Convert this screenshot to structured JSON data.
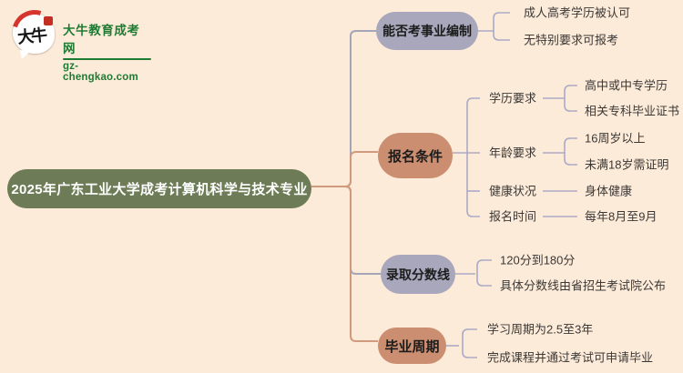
{
  "logo": {
    "icon_text": "大牛",
    "site_name": "大牛教育成考网",
    "site_url": "gz-chengkao.com"
  },
  "root": {
    "title": "2025年广东工业大学成考计算机科学与技术专业"
  },
  "branches": [
    {
      "label": "能否考事业编制",
      "items": [
        "成人高考学历被认可",
        "无特别要求可报考"
      ]
    },
    {
      "label": "报名条件",
      "groups": [
        {
          "label": "学历要求",
          "items": [
            "高中或中专学历",
            "相关专科毕业证书"
          ]
        },
        {
          "label": "年龄要求",
          "items": [
            "16周岁以上",
            "未满18岁需证明"
          ]
        },
        {
          "label": "健康状况",
          "items": [
            "身体健康"
          ]
        },
        {
          "label": "报名时间",
          "items": [
            "每年8月至9月"
          ]
        }
      ]
    },
    {
      "label": "录取分数线",
      "items": [
        "120分到180分",
        "具体分数线由省招生考试院公布"
      ]
    },
    {
      "label": "毕业周期",
      "items": [
        "学习周期为2.5至3年",
        "完成课程并通过考试可申请毕业"
      ]
    }
  ],
  "colors": {
    "background": "#fdebd9",
    "root_bg": "#6d7c57",
    "root_text": "#ffffff",
    "bubble_gray": "#a8a7bc",
    "bubble_salmon": "#cb8e70",
    "line_gray": "#a5a5b8",
    "line_salmon": "#d09a7c",
    "line_thin": "#abaac6",
    "leaf_text": "#3b3836",
    "logo_green": "#1e7b33",
    "logo_red": "#d5352c"
  }
}
